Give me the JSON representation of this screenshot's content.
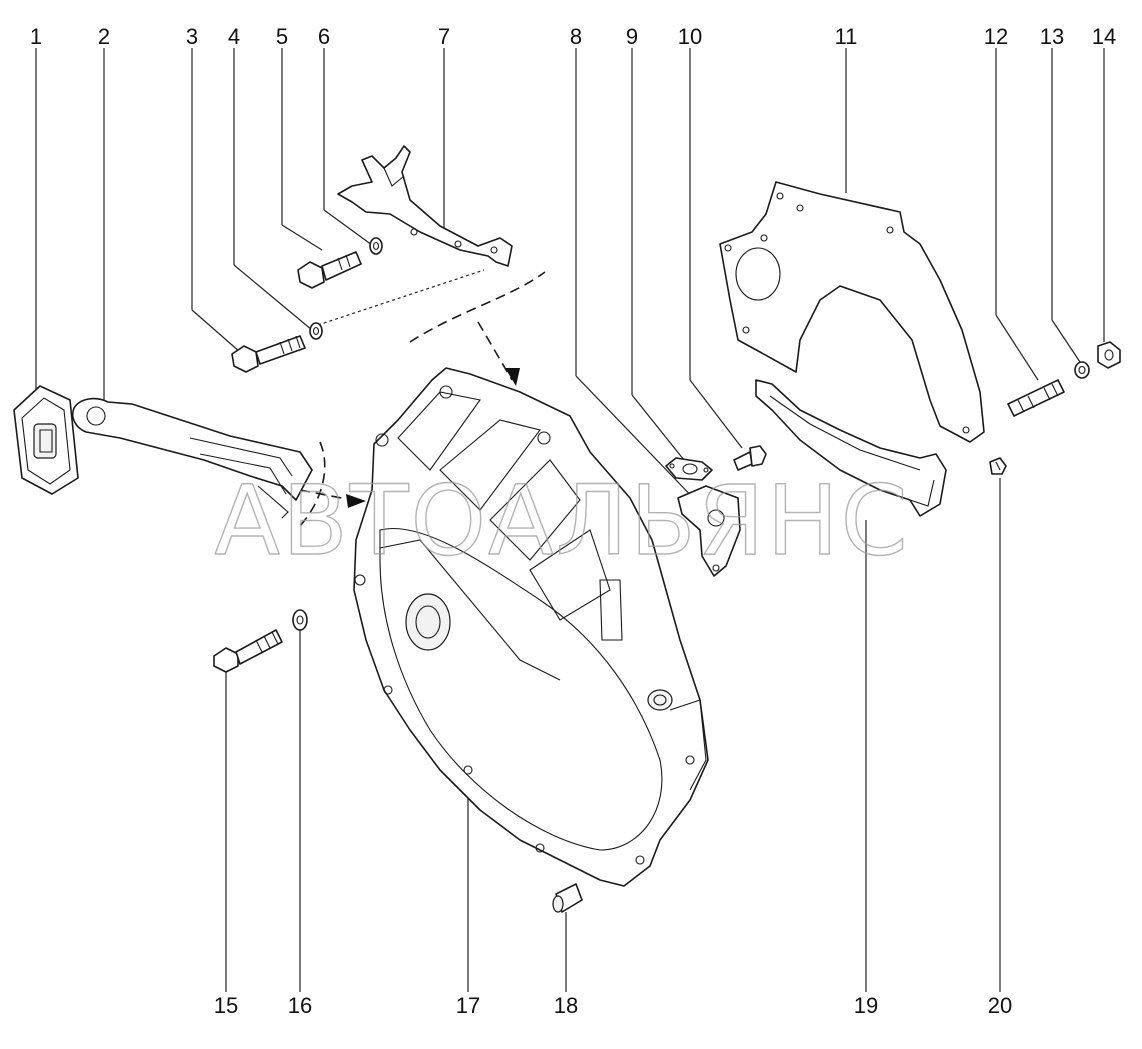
{
  "callouts": [
    "1",
    "2",
    "3",
    "4",
    "5",
    "6",
    "7",
    "8",
    "9",
    "10",
    "11",
    "12",
    "13",
    "14",
    "15",
    "16",
    "17",
    "18",
    "19",
    "20"
  ],
  "watermark": "АВТОАЛЬЯНС"
}
